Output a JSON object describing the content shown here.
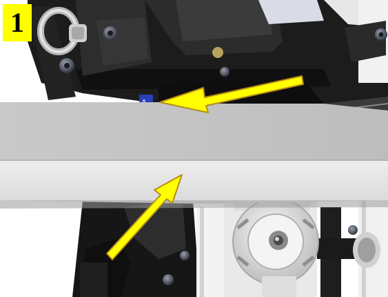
{
  "step": {
    "number": "1",
    "badge_color": "#ffff00"
  },
  "illustration": {
    "description_icons": [
      "eye-bolt-icon",
      "screw-icon",
      "adjustment-knob-icon"
    ],
    "arrows": [
      {
        "name": "arrow-to-slot",
        "color": "#ffff00"
      },
      {
        "name": "arrow-to-plate-edge",
        "color": "#ffff00"
      }
    ],
    "colors": {
      "arrow": "#ffff00",
      "plate": "#d6d6d6",
      "machine": "#1e1e1e",
      "background": "#ffffff"
    }
  }
}
